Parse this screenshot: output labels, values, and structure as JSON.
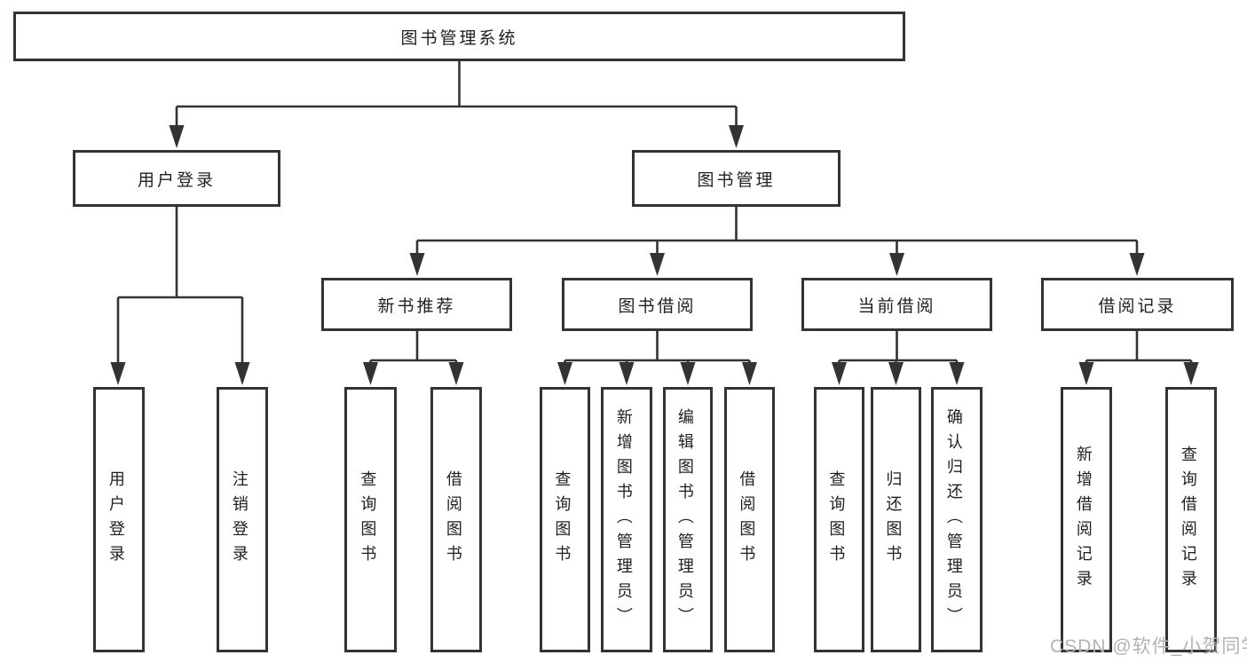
{
  "tree": {
    "label": "图书管理系统",
    "children": [
      {
        "label": "用户登录",
        "children": [
          {
            "label": "用户登录"
          },
          {
            "label": "注销登录"
          }
        ]
      },
      {
        "label": "图书管理",
        "children": [
          {
            "label": "新书推荐",
            "children": [
              {
                "label": "查询图书"
              },
              {
                "label": "借阅图书"
              }
            ]
          },
          {
            "label": "图书借阅",
            "children": [
              {
                "label": "查询图书"
              },
              {
                "label": "新增图书（管理员）"
              },
              {
                "label": "编辑图书（管理员）"
              },
              {
                "label": "借阅图书"
              }
            ]
          },
          {
            "label": "当前借阅",
            "children": [
              {
                "label": "查询图书"
              },
              {
                "label": "归还图书"
              },
              {
                "label": "确认归还（管理员）"
              }
            ]
          },
          {
            "label": "借阅记录",
            "children": [
              {
                "label": "新增借阅记录"
              },
              {
                "label": "查询借阅记录"
              }
            ]
          }
        ]
      }
    ]
  },
  "watermark": {
    "text": "CSDN @软件_小贺同学",
    "color": "#b3b3b3"
  },
  "colors": {
    "line": "#333333",
    "box_border": "#333333",
    "text": "#1f1f1f",
    "background": "#ffffff"
  }
}
